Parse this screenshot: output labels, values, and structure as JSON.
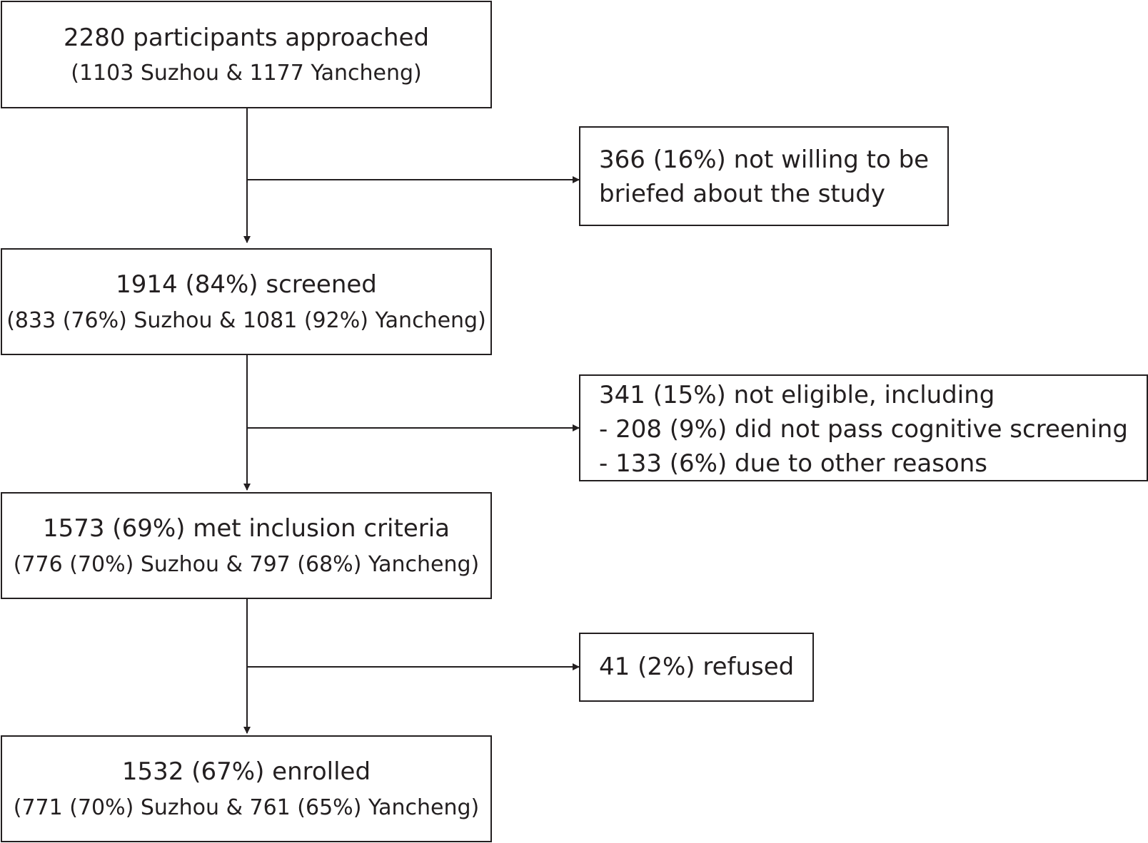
{
  "flowchart": {
    "main_steps": [
      {
        "title": "2280 participants approached",
        "detail": "(1103 Suzhou & 1177 Yancheng)"
      },
      {
        "title": "1914 (84%) screened",
        "detail": "(833 (76%) Suzhou & 1081 (92%) Yancheng)"
      },
      {
        "title": "1573 (69%) met inclusion criteria",
        "detail": "(776 (70%) Suzhou & 797 (68%) Yancheng)"
      },
      {
        "title": "1532 (67%) enrolled",
        "detail": "(771 (70%) Suzhou & 761 (65%) Yancheng)"
      }
    ],
    "exclusions": [
      {
        "lines": [
          "366 (16%) not willing to be",
          "briefed about the study"
        ]
      },
      {
        "lines": [
          "341 (15%) not eligible, including",
          "- 208 (9%) did not pass cognitive screening",
          "- 133 (6%) due to other reasons"
        ]
      },
      {
        "lines": [
          "41 (2%) refused"
        ]
      }
    ],
    "colors": {
      "stroke": "#231f20",
      "background": "#ffffff"
    }
  }
}
